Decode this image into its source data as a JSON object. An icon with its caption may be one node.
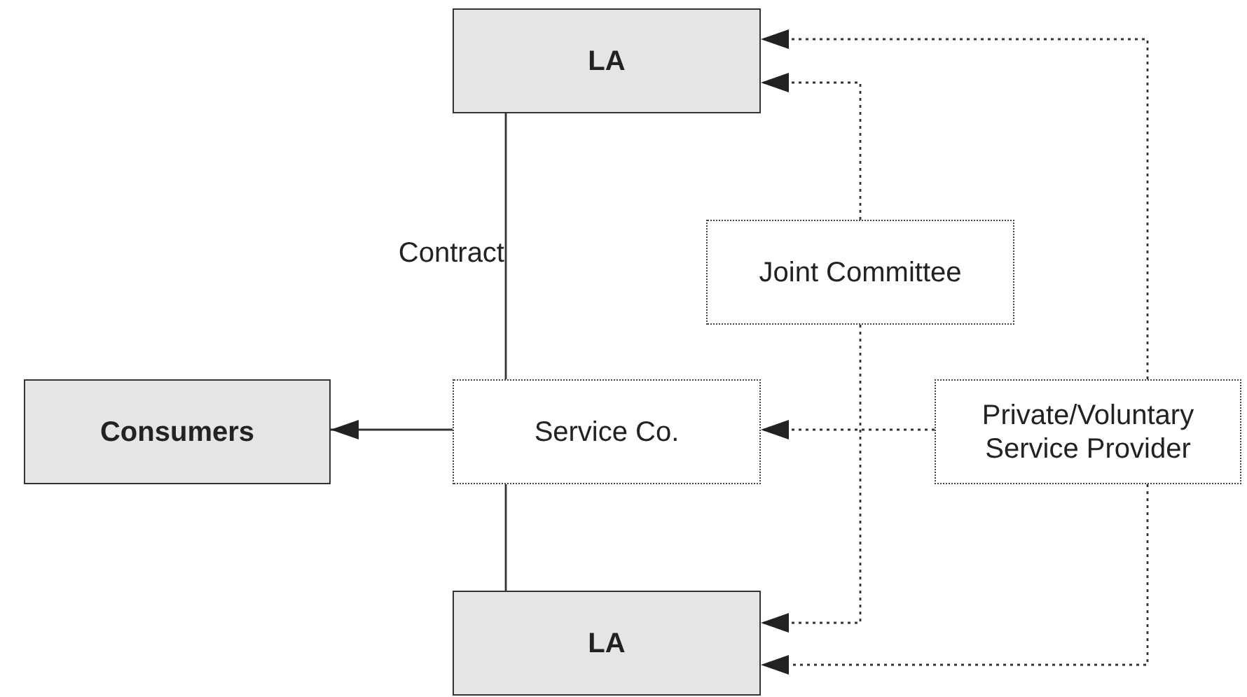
{
  "diagram": {
    "nodes": [
      {
        "text": [
          "LA"
        ]
      },
      {
        "text": [
          "Joint Committee"
        ]
      },
      {
        "text": [
          "Consumers"
        ]
      },
      {
        "text": [
          "Service Co."
        ]
      },
      {
        "text": [
          "Private/Voluntary Service Provider"
        ]
      },
      {
        "text": [
          "LA"
        ]
      }
    ],
    "edges": [
      {
        "from": 0,
        "to": 3,
        "arrow": "none",
        "label": "Contract"
      },
      {
        "from": 3,
        "to": 5,
        "arrow": "none"
      },
      {
        "from": 3,
        "to": 2,
        "arrow": "to"
      },
      {
        "from": 1,
        "to": 0,
        "arrow": "to",
        "style": "dashed"
      },
      {
        "from": 1,
        "to": 5,
        "arrow": "to",
        "style": "dashed"
      },
      {
        "from": 4,
        "to": 3,
        "arrow": "to",
        "style": "dashed"
      },
      {
        "from": 4,
        "to": 0,
        "arrow": "to",
        "style": "dashed"
      },
      {
        "from": 4,
        "to": 5,
        "arrow": "to",
        "style": "dashed"
      }
    ]
  }
}
